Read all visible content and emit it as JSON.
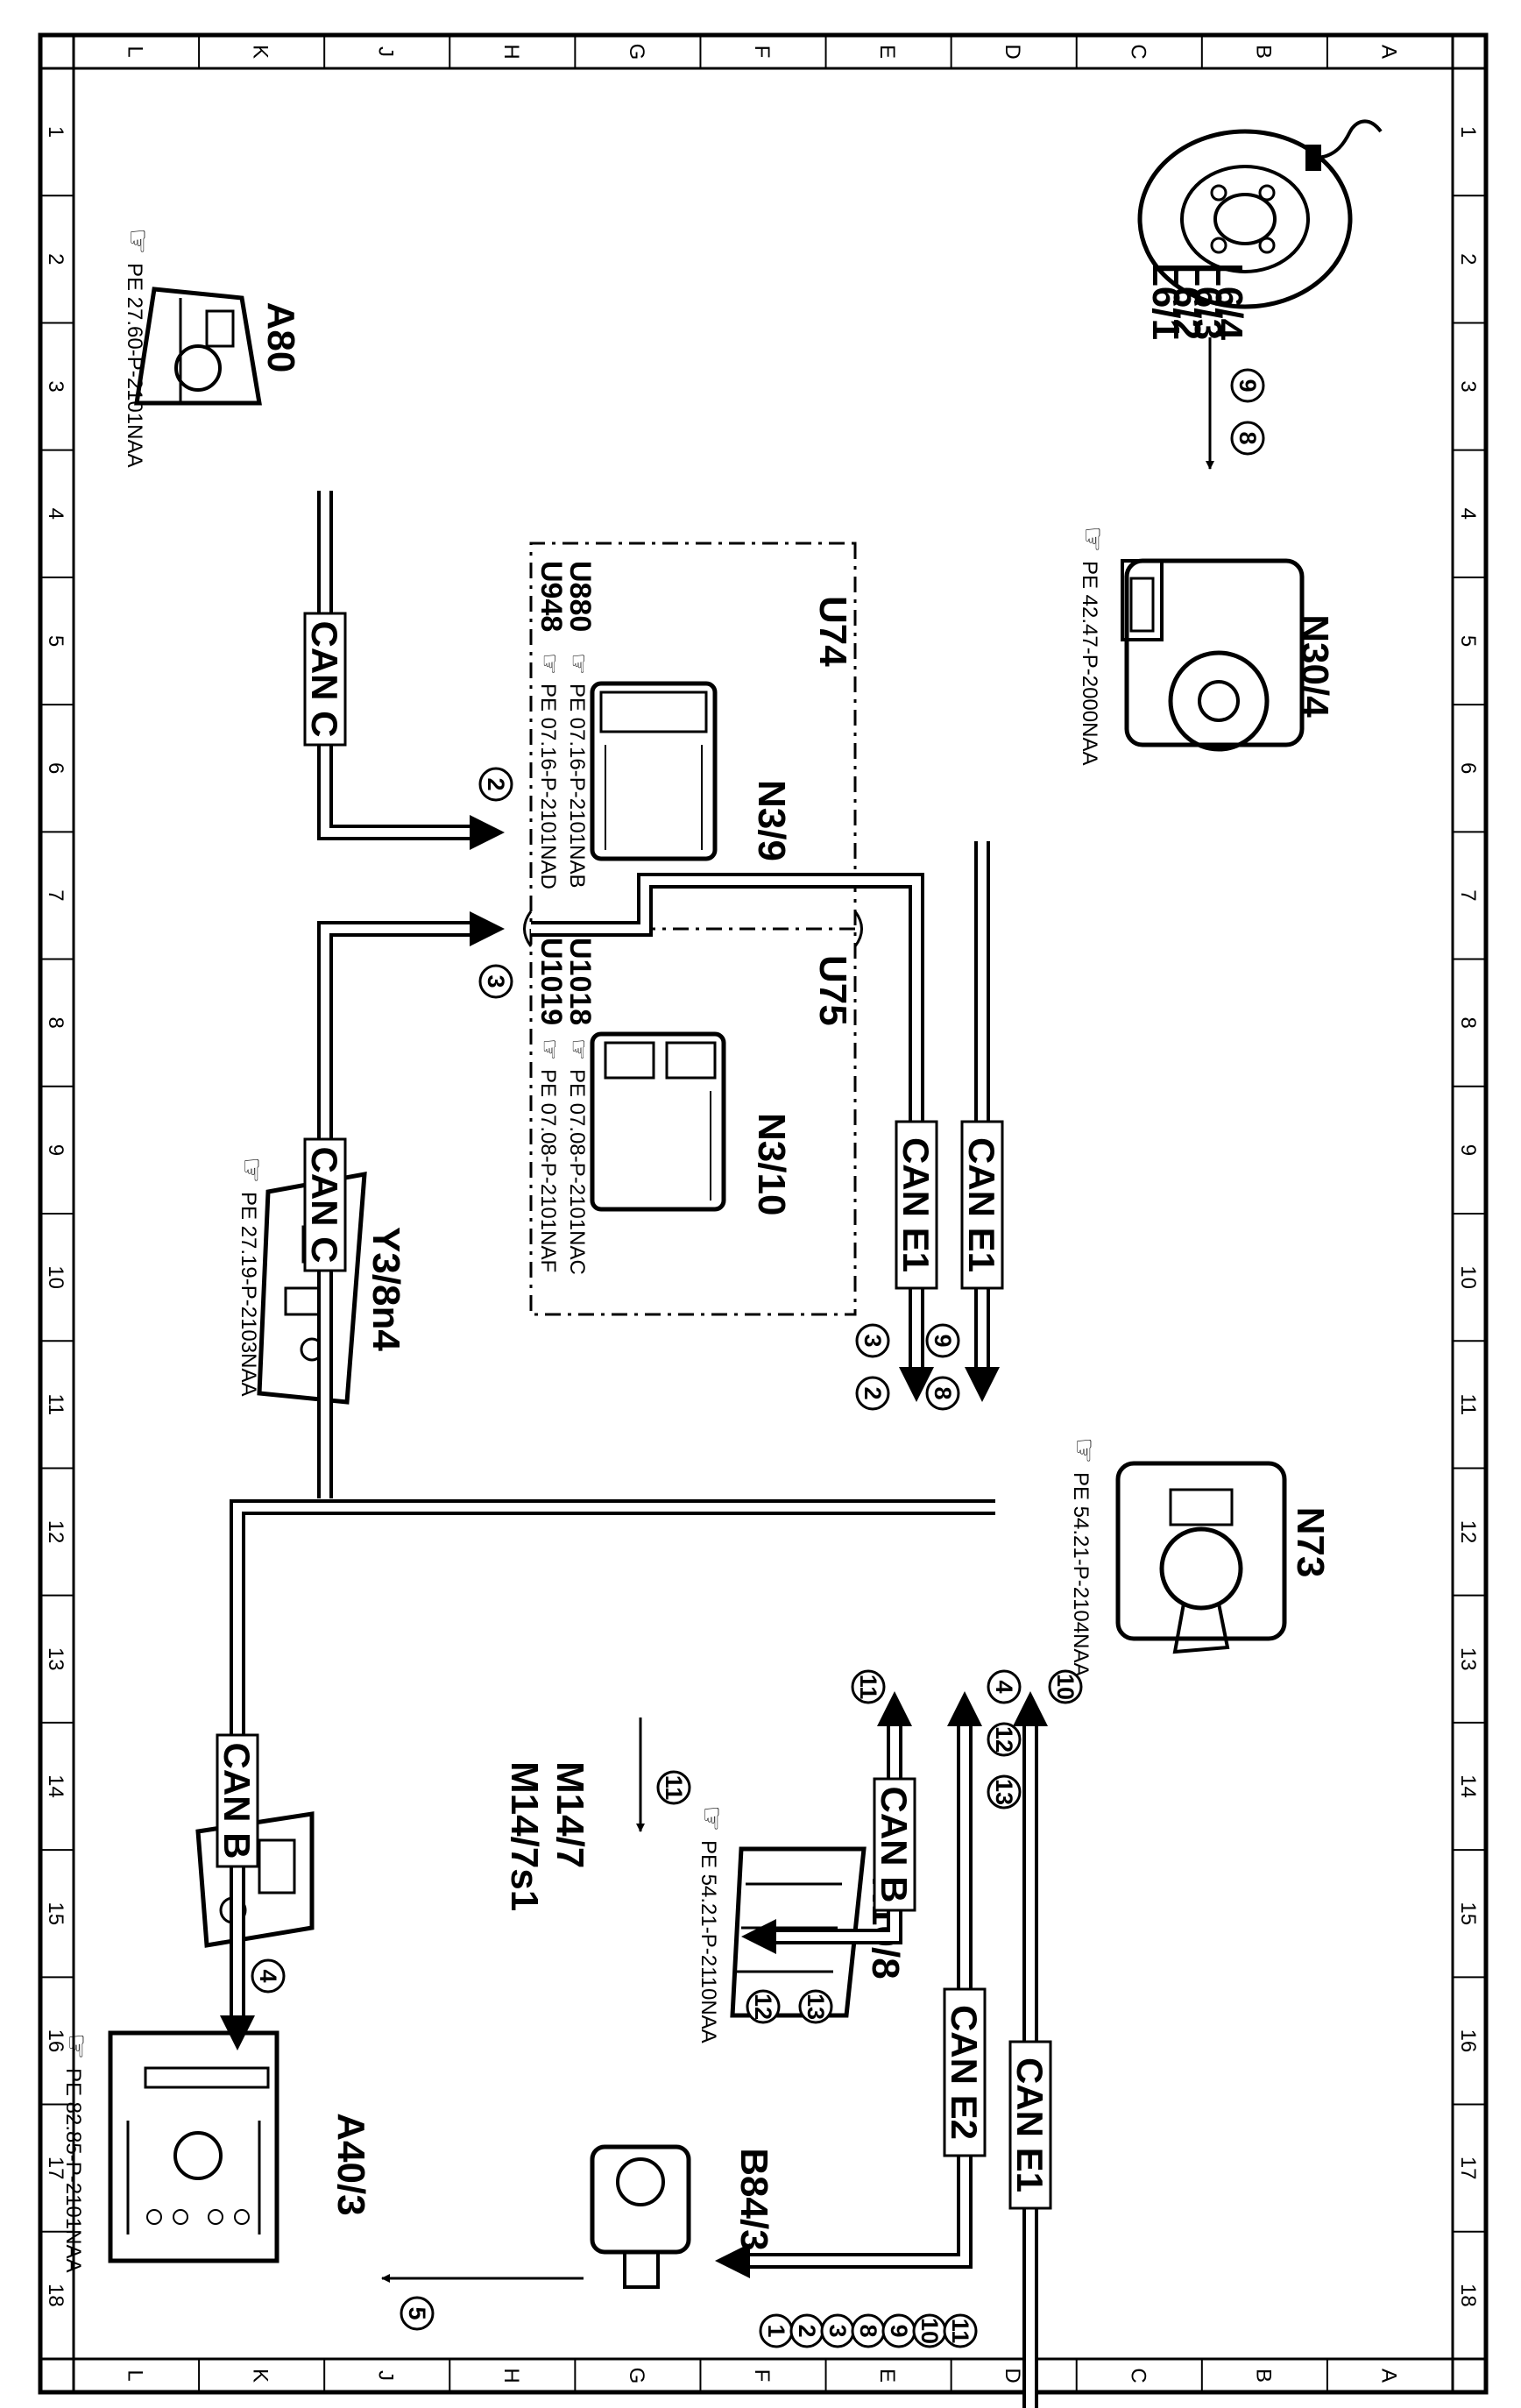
{
  "grid": {
    "columns": [
      "A",
      "B",
      "C",
      "D",
      "E",
      "F",
      "G",
      "H",
      "J",
      "K",
      "L"
    ],
    "rows": [
      "1",
      "2",
      "3",
      "4",
      "5",
      "6",
      "7",
      "8",
      "9",
      "10",
      "11",
      "12",
      "13",
      "14",
      "15",
      "16",
      "17",
      "18"
    ]
  },
  "components": {
    "l6": {
      "labels": [
        "L6/1",
        "L6/2",
        "L6/3",
        "L6/4"
      ],
      "refs": [
        "9",
        "8"
      ]
    },
    "n30_4": {
      "label": "N30/4",
      "ref": "PE 42.47-P-2000NAA"
    },
    "a80": {
      "label": "A80",
      "ref": "PE 27.60-P-2101NAA"
    },
    "u74": {
      "label": "U74",
      "module": "N3/9",
      "lines": [
        "U880",
        "U948"
      ],
      "refs": [
        "PE 07.16-P-2101NAB",
        "PE 07.16-P-2101NAD"
      ]
    },
    "u75": {
      "label": "U75",
      "module": "N3/10",
      "lines": [
        "U1018",
        "U1019"
      ],
      "refs": [
        "PE 07.08-P-2101NAC",
        "PE 07.08-P-2101NAF"
      ]
    },
    "y3_8n4": {
      "label": "Y3/8n4",
      "ref": "PE 27.19-P-2103NAA"
    },
    "n73": {
      "label": "N73",
      "ref": "PE 54.21-P-2104NAA"
    },
    "m14": {
      "labels": [
        "M14/7",
        "M14/7s1"
      ],
      "ref": "11"
    },
    "n10_8": {
      "label": "N10/8",
      "ref": "PE 54.21-P-2110NAA"
    },
    "a40_3": {
      "label": "A40/3",
      "ref": "PE 82.85-P-2101NAA"
    },
    "b84_3": {
      "label": "B84/3"
    }
  },
  "buses": {
    "can_c_1": "CAN C",
    "can_c_2": "CAN C",
    "can_e1_top": "CAN E1",
    "can_e1_mid": "CAN E1",
    "can_b_left": "CAN B",
    "can_b_n10": "CAN B",
    "can_e2": "CAN E2",
    "can_e1_bottom": "CAN E1"
  },
  "markers": {
    "a80_bus": [
      "2"
    ],
    "y3_bus": [
      "3"
    ],
    "u_to_n73": [
      "3",
      "2"
    ],
    "n30_to_n73": [
      "9",
      "8"
    ],
    "n73_in": [
      "10",
      "4",
      "12",
      "13",
      "11"
    ],
    "can_b_to_a40": [
      "4"
    ],
    "n10_in": [
      "13",
      "12"
    ],
    "b84_list": [
      "1",
      "2",
      "3",
      "8",
      "9",
      "10",
      "11"
    ],
    "b84_to_a40": [
      "5"
    ]
  }
}
